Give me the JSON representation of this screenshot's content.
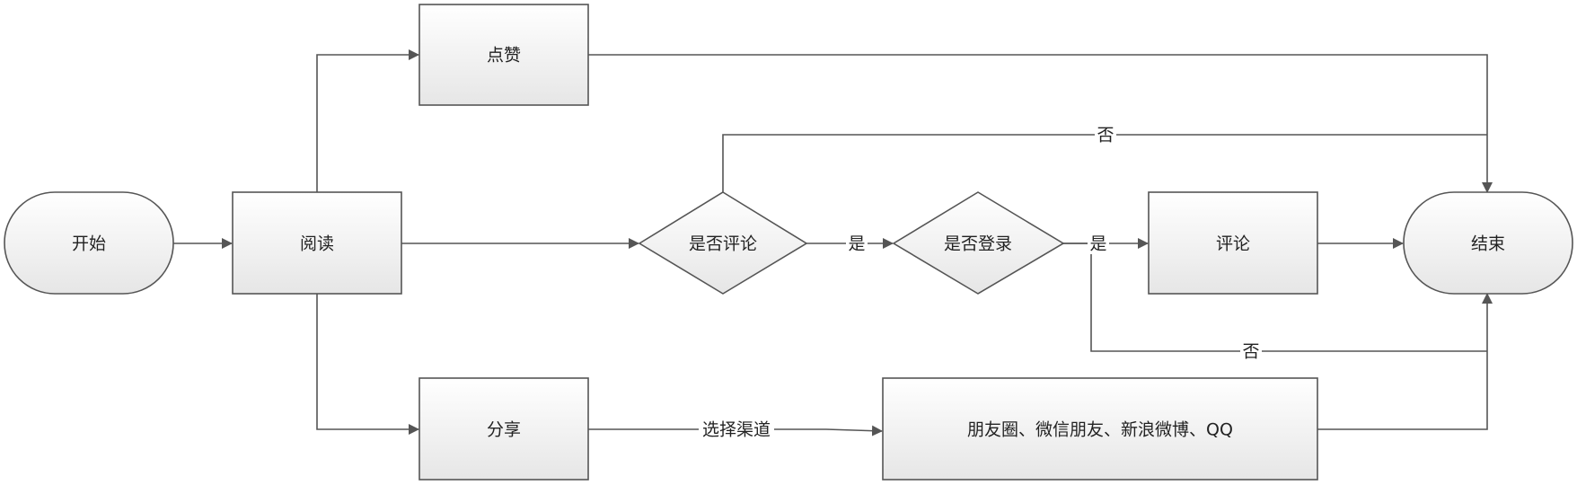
{
  "nodes": {
    "start": "开始",
    "read": "阅读",
    "like": "点赞",
    "share": "分享",
    "ask_comment": "是否评论",
    "ask_login": "是否登录",
    "comment": "评论",
    "channels": "朋友圈、微信朋友、新浪微博、QQ",
    "end": "结束"
  },
  "edges": {
    "comment_yes": "是",
    "login_yes": "是",
    "comment_no": "否",
    "login_no": "否",
    "choose_channel": "选择渠道"
  },
  "colors": {
    "stroke": "#555555",
    "fill_top": "#ffffff",
    "fill_bottom": "#e6e6e6",
    "text": "#222222"
  }
}
